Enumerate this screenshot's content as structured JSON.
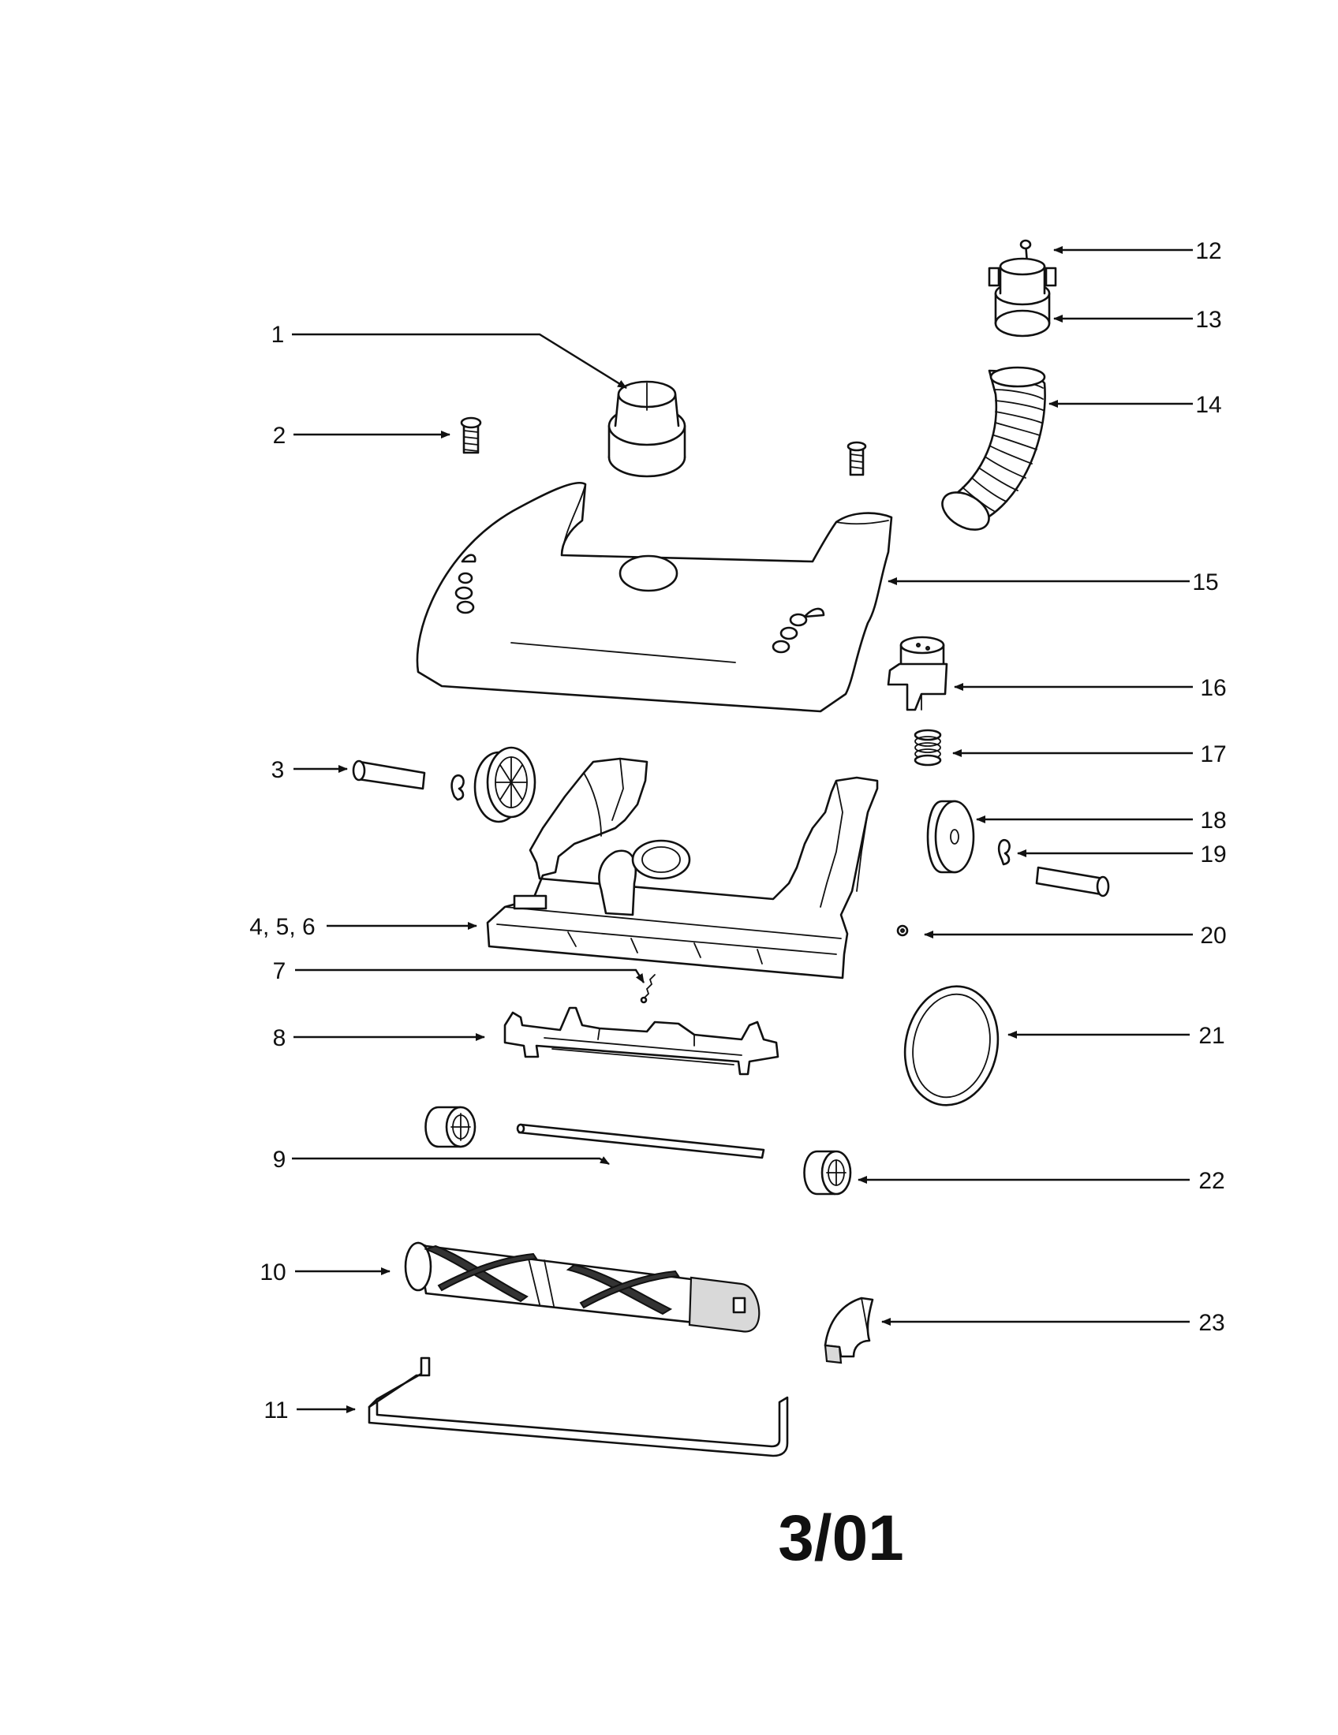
{
  "diagram": {
    "callouts": {
      "c1": "1",
      "c2": "2",
      "c3": "3",
      "c456": "4, 5, 6",
      "c7": "7",
      "c8": "8",
      "c9": "9",
      "c10": "10",
      "c11": "11",
      "c12": "12",
      "c13": "13",
      "c14": "14",
      "c15": "15",
      "c16": "16",
      "c17": "17",
      "c18": "18",
      "c19": "19",
      "c20": "20",
      "c21": "21",
      "c22": "22",
      "c23": "23"
    },
    "date_code": "3/01",
    "colors": {
      "ink": "#111111",
      "paper": "#ffffff"
    }
  }
}
